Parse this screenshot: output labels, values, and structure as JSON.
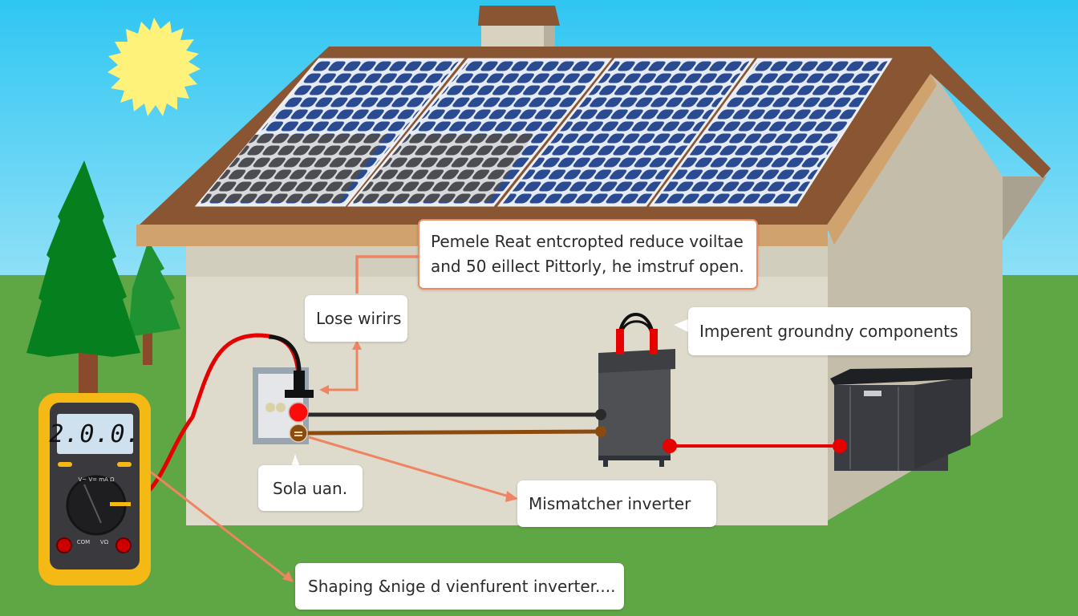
{
  "scene": {
    "title": "Solar panel system troubleshooting illustration",
    "colors": {
      "sky_top": "#2fc6f2",
      "sky_bottom": "#8fe0f7",
      "grass": "#5fa645",
      "sun": "#fff27a",
      "roof": "#8a5533",
      "roof_trim": "#cfa26e",
      "wall": "#dedbcc",
      "wall_shadow": "#b5ae9c",
      "panel_blue": "#2a4a92",
      "panel_grey": "#4c4d52",
      "wire_red": "#e60000",
      "wire_black": "#222222",
      "wire_brown": "#8a4b10",
      "callout_arrow": "#ef8462",
      "multimeter_body": "#f5b915",
      "multimeter_face": "#3a3a3e",
      "inverter": "#4e5054",
      "battery": "#3a3c42",
      "tree_dark": "#06801f",
      "tree_light": "#1f9232",
      "trunk": "#8c4a2c"
    }
  },
  "multimeter": {
    "display_value": "2.0.0.",
    "probe_color": "red"
  },
  "callouts": {
    "top_note": {
      "line1": "Pemele Reat entcropted reduce voiltae",
      "line2": "and 50 eillect Pittorly, he imstruf open."
    },
    "loose_wires": "Lose wirirs",
    "grounding": "Imperent groundny components",
    "solar": "Sola uan.",
    "mismatched_inverter": "Mismatcher inverter",
    "bottom_note": "Shaping &nige d vienfurent inverter...."
  },
  "components": {
    "junction_box": "junction box with red and brown terminals",
    "inverter": "grey inverter with red cable loop",
    "battery": "black battery box"
  }
}
